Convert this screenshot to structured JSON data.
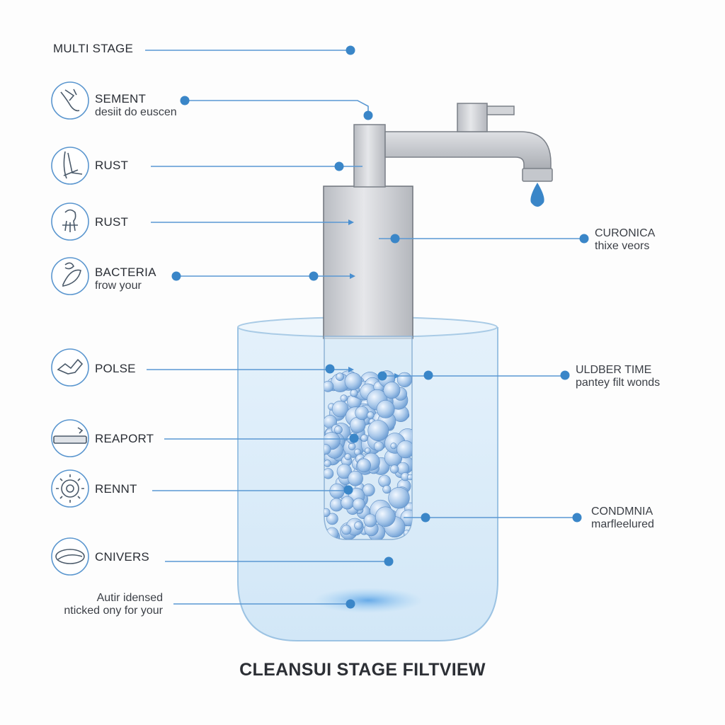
{
  "title": "CLEANSUI STAGE FILTVIEW",
  "header_label": "MULTI STAGE",
  "left_labels": [
    {
      "title": "SEMENT",
      "sub": "desiit do euscen",
      "icon": "sediment-icon"
    },
    {
      "title": "RUST",
      "sub": "",
      "icon": "rust-flake-icon"
    },
    {
      "title": "RUST",
      "sub": "",
      "icon": "rust-particle-icon"
    },
    {
      "title": "BACTERIA",
      "sub": "frow your",
      "icon": "bacteria-icon"
    },
    {
      "title": "POLSE",
      "sub": "",
      "icon": "pollen-icon"
    },
    {
      "title": "REAPORT",
      "sub": "",
      "icon": "residue-icon"
    },
    {
      "title": "RENNT",
      "sub": "",
      "icon": "gear-virus-icon"
    },
    {
      "title": "CNIVERS",
      "sub": "",
      "icon": "cyst-icon"
    }
  ],
  "bottom_left_label": {
    "line1": "Autir idensed",
    "line2": "nticked ony for your"
  },
  "right_labels": [
    {
      "title": "CURONICA",
      "sub": "thixe veors"
    },
    {
      "title": "ULDBER TIME",
      "sub": "pantey filt wonds"
    },
    {
      "title": "CONDMNIA",
      "sub": "marfleelured"
    }
  ],
  "colors": {
    "accent": "#3a86c8",
    "line": "#4a8fd0",
    "water": "#dcecf8",
    "metal": "#c9ccd1",
    "text": "#2b2f36"
  }
}
